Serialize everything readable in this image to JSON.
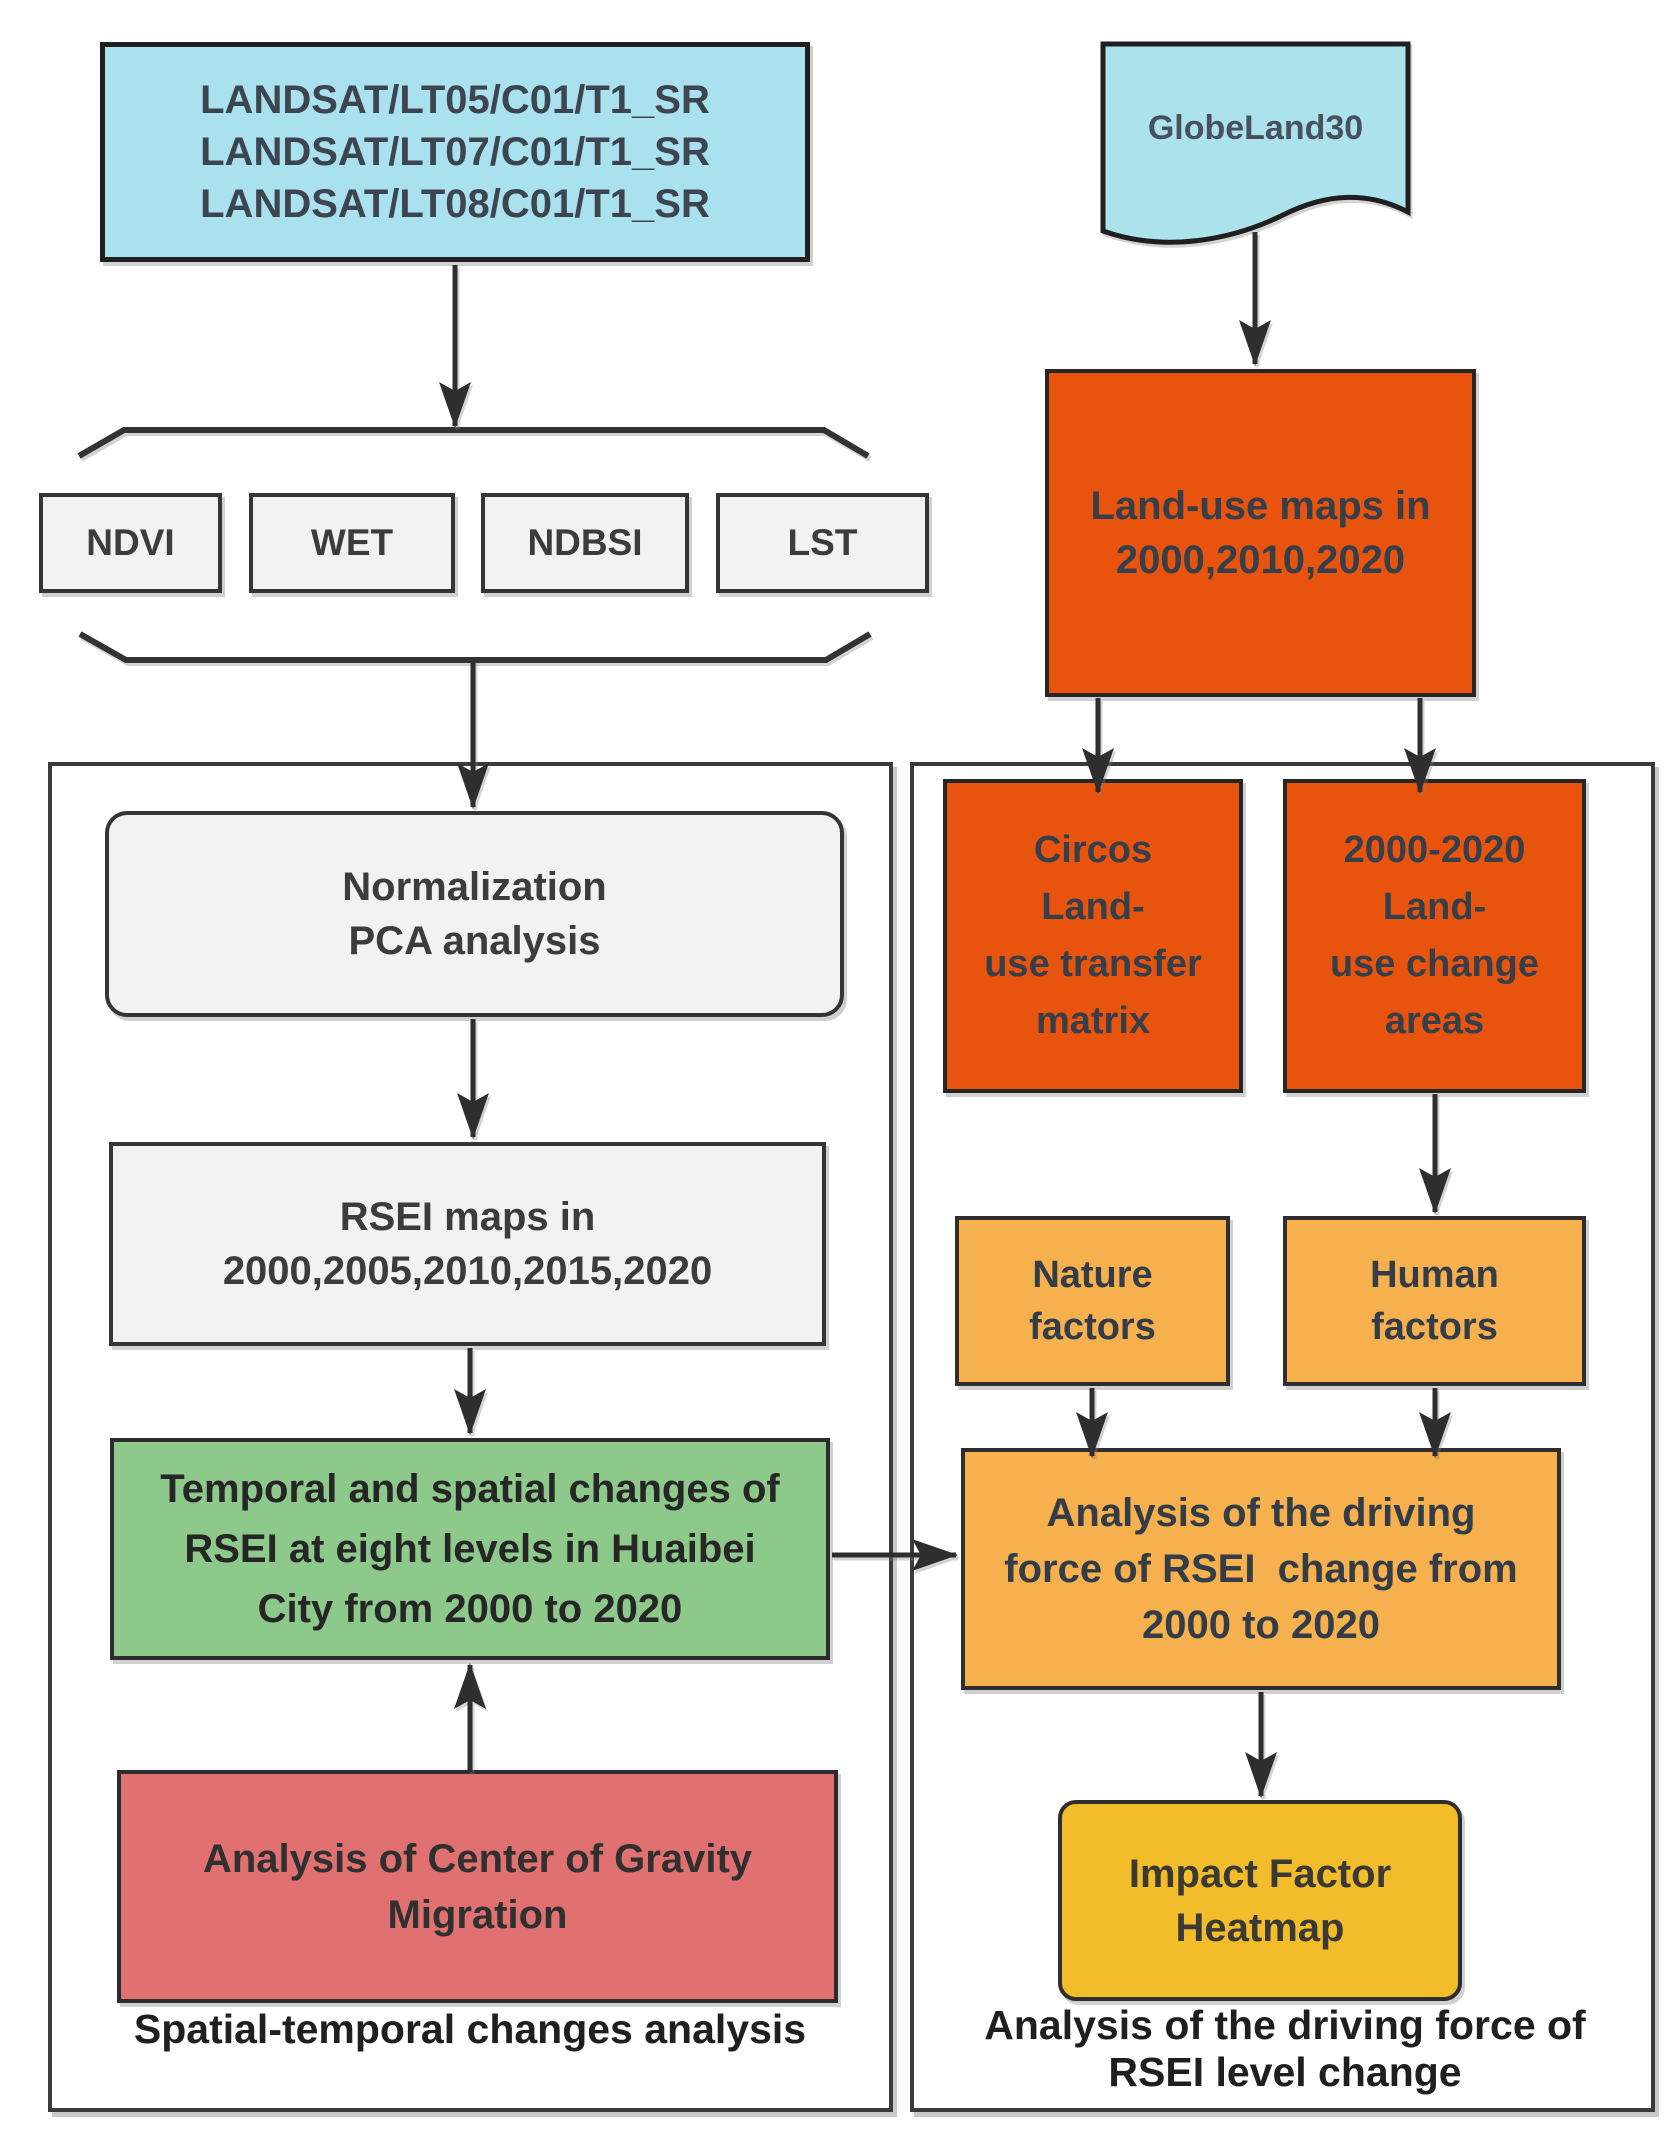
{
  "palette": {
    "source_cyan": "#A9E2EE",
    "landuse_orange": "#E8540D",
    "factor_amber": "#F7B04E",
    "heatmap_yellow": "#F3BC2B",
    "result_green": "#8DC98B",
    "gravity_red": "#E17170",
    "process_gray": "#F2F2F2",
    "connector_dark": "#2E2E2E"
  },
  "left": {
    "landsat": {
      "lines": [
        "LANDSAT/LT05/C01/T1_SR",
        "LANDSAT/LT07/C01/T1_SR",
        "LANDSAT/LT08/C01/T1_SR"
      ]
    },
    "indices": [
      "NDVI",
      "WET",
      "NDBSI",
      "LST"
    ],
    "normalization": {
      "lines": [
        "Normalization",
        "PCA analysis"
      ]
    },
    "rsei_maps": {
      "lines": [
        "RSEI maps in",
        "2000,2005,2010,2015,2020"
      ]
    },
    "temporal": {
      "lines": [
        "Temporal and spatial changes of",
        "RSEI at eight levels in Huaibei",
        "City from 2000 to 2020"
      ]
    },
    "gravity": {
      "lines": [
        "Analysis of Center of Gravity",
        "Migration"
      ]
    },
    "caption": "Spatial-temporal changes analysis"
  },
  "right": {
    "globeland": "GlobeLand30",
    "landuse_maps": {
      "lines": [
        "Land-use maps in",
        "2000,2010,2020"
      ]
    },
    "circos": {
      "lines": [
        "Circos",
        "Land-",
        "use transfer",
        "matrix"
      ]
    },
    "change_areas": {
      "lines": [
        "2000-2020",
        "Land-",
        "use change",
        "areas"
      ]
    },
    "nature": {
      "lines": [
        "Nature",
        "factors"
      ]
    },
    "human": {
      "lines": [
        "Human",
        "factors"
      ]
    },
    "driving": {
      "lines": [
        "Analysis of the driving",
        "force of RSEI  change from",
        "2000 to 2020"
      ]
    },
    "heatmap": {
      "lines": [
        "Impact Factor",
        "Heatmap"
      ]
    },
    "caption_lines": [
      "Analysis of the driving force of",
      "RSEI level change"
    ]
  }
}
